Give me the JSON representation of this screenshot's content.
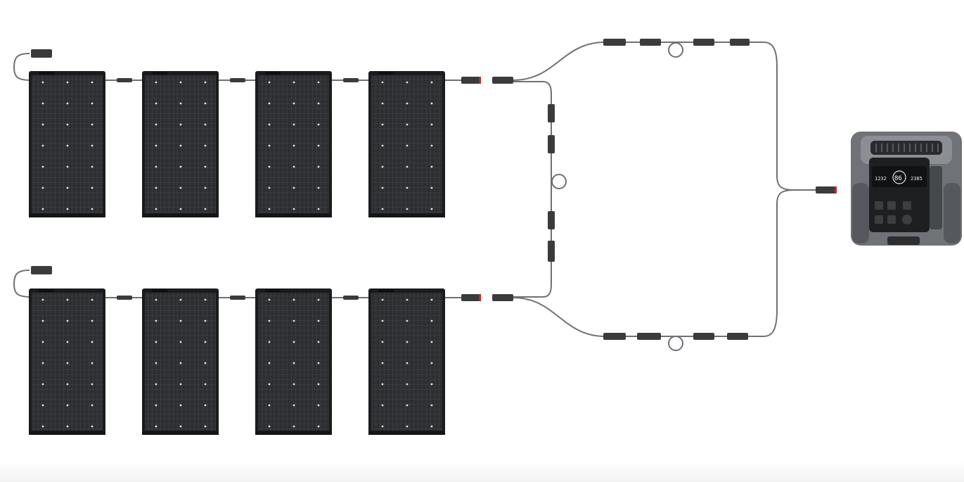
{
  "diagram": {
    "rows": 2,
    "panels_per_row": 4,
    "panel_color": "#2b2d30",
    "frame_color": "#1a1b1d",
    "cable_color": "#6e7074",
    "connector_color": "#3a3b3d",
    "accent_color": "#c8241e"
  },
  "power_station": {
    "display": {
      "left_value": "1232",
      "center_value": "86",
      "right_value": "2385"
    }
  }
}
